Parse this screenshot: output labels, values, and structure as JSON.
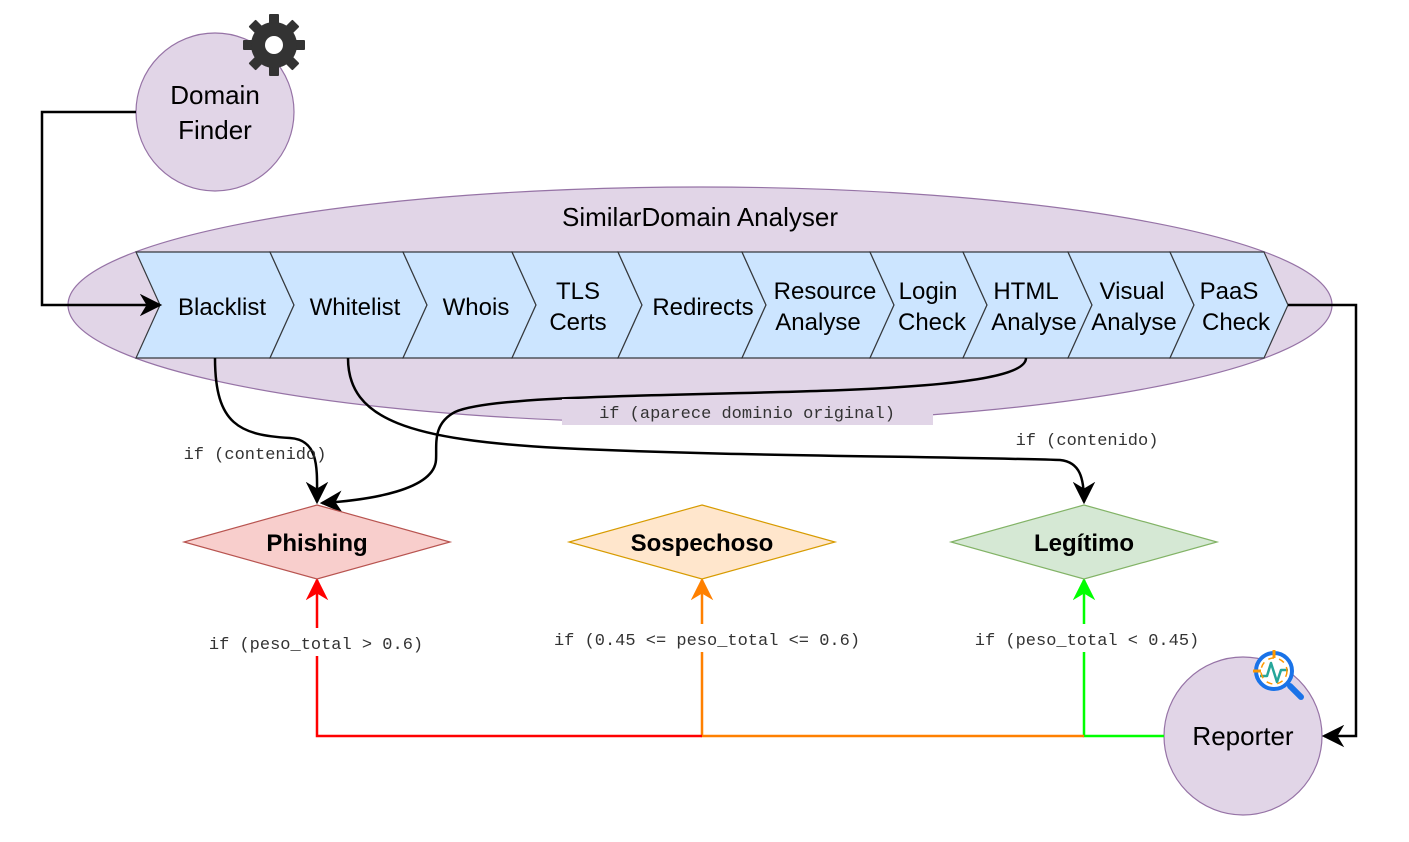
{
  "nodes": {
    "domain_finder": {
      "line1": "Domain",
      "line2": "Finder"
    },
    "reporter": {
      "label": "Reporter"
    },
    "analyser": {
      "title": "SimilarDomain Analyser"
    }
  },
  "stages": [
    {
      "l1": "Blacklist",
      "l2": ""
    },
    {
      "l1": "Whitelist",
      "l2": ""
    },
    {
      "l1": "Whois",
      "l2": ""
    },
    {
      "l1": "TLS",
      "l2": "Certs"
    },
    {
      "l1": "Redirects",
      "l2": ""
    },
    {
      "l1": "Resource",
      "l2": "Analyse"
    },
    {
      "l1": "Login",
      "l2": "Check"
    },
    {
      "l1": "HTML",
      "l2": "Analyse"
    },
    {
      "l1": "Visual",
      "l2": "Analyse"
    },
    {
      "l1": "PaaS",
      "l2": "Check"
    }
  ],
  "verdicts": {
    "phishing": "Phishing",
    "sospechoso": "Sospechoso",
    "legitimo": "Legítimo"
  },
  "conditions": {
    "blacklist": "if (contenido)",
    "html": "if (aparece dominio original)",
    "whitelist": "if (contenido)",
    "phishing": "if (peso_total > 0.6)",
    "sospechoso": "if (0.45 <= peso_total <= 0.6)",
    "legitimo": "if (peso_total < 0.45)"
  },
  "colors": {
    "node_fill": "#e1d5e7",
    "node_stroke": "#9673a6",
    "stage_fill": "#cce5ff",
    "stage_stroke": "#36393d",
    "phishing_fill": "#f8cecc",
    "phishing_stroke": "#b85450",
    "sospechoso_fill": "#ffe6cc",
    "sospechoso_stroke": "#d79b00",
    "legitimo_fill": "#d5e8d4",
    "legitimo_stroke": "#82b366",
    "arrow_red": "#ff0000",
    "arrow_orange": "#ff8000",
    "arrow_green": "#00ff00"
  },
  "icons": {
    "finder": "gear-icon",
    "reporter": "magnifier-chart-icon"
  }
}
